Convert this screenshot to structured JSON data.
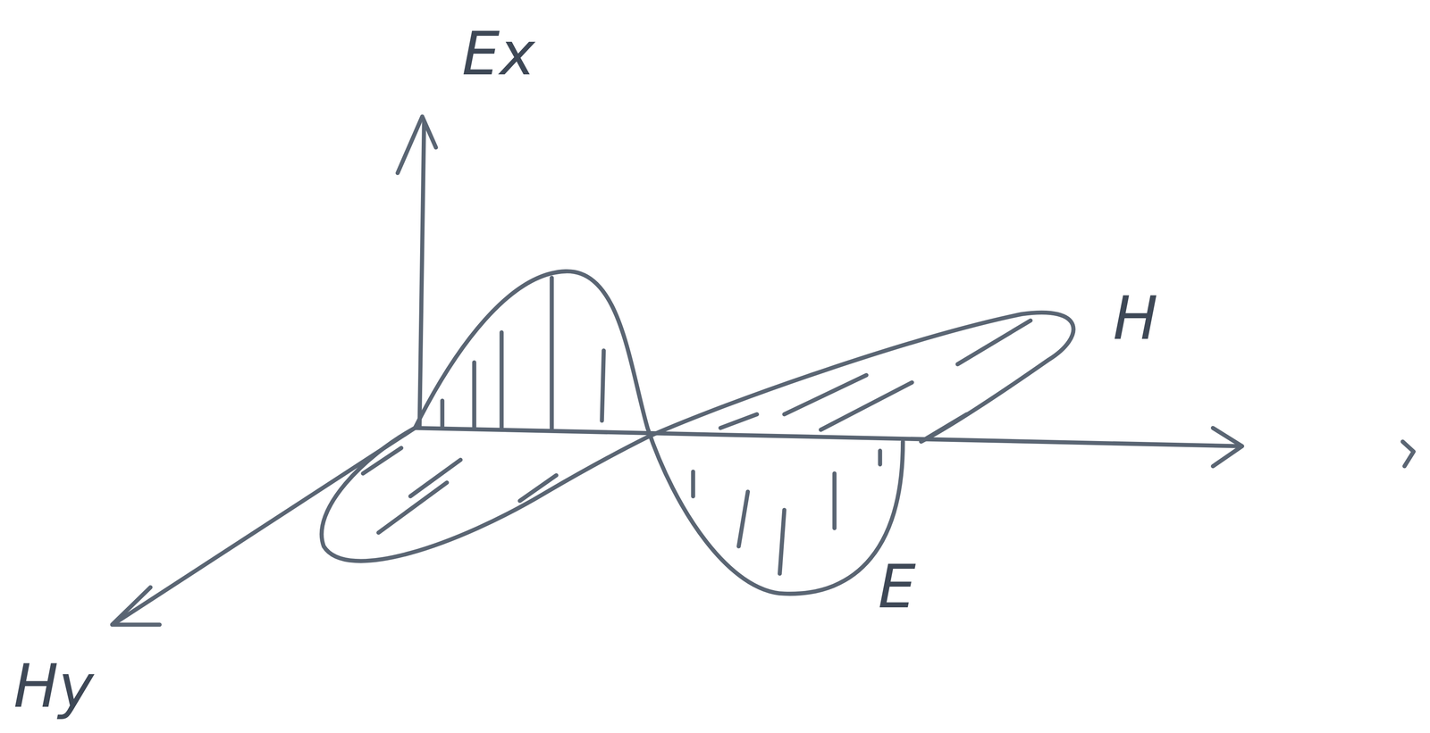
{
  "diagram": {
    "labels": [
      "Ex",
      "H",
      "E",
      "Hy"
    ]
  }
}
